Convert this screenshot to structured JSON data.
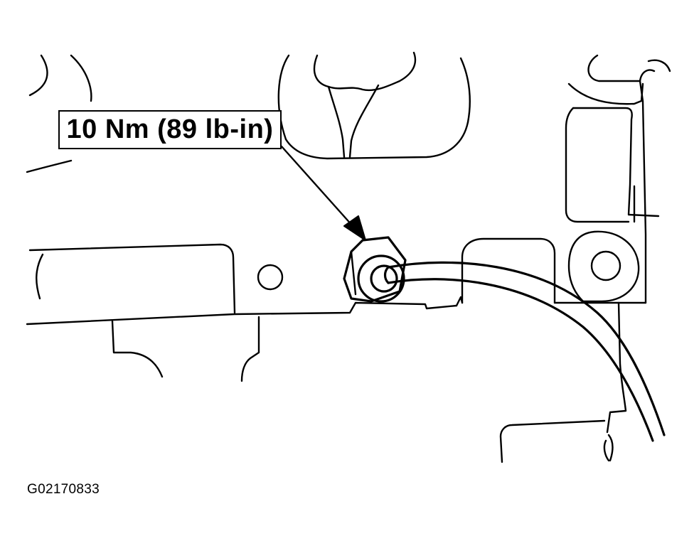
{
  "callout": {
    "torque_label": "10 Nm (89 lb-in)"
  },
  "figure": {
    "id": "G02170833"
  },
  "colors": {
    "ink": "#000000",
    "paper": "#ffffff"
  },
  "icons": {
    "fitting": "hex-nut-fitting",
    "pointer": "arrow-icon"
  }
}
